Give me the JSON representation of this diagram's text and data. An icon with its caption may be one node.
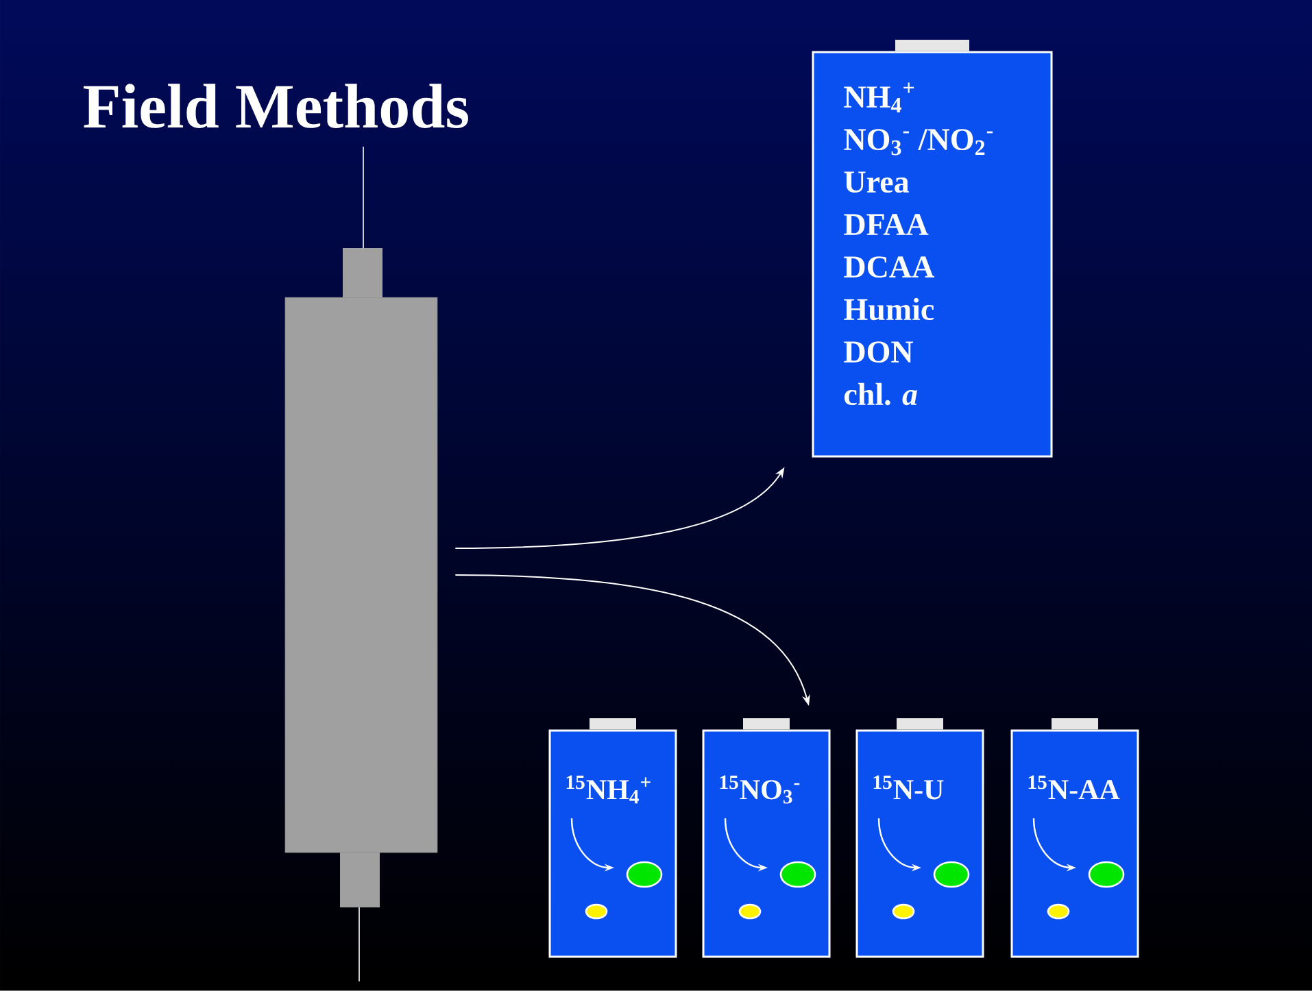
{
  "diagram": {
    "title": "Field Methods",
    "nodes": [
      {
        "text": [],
        "shape": "box"
      },
      {
        "text": [
          "NH$_{4}$$^{+}$",
          "NO$_{3}$$^{-}$ /NO$_{2}$$^{-}$",
          "Urea",
          "DFAA",
          "DCAA",
          "Humic",
          "DON",
          "chl. *a*"
        ]
      },
      {
        "text": [
          "$^{15}$NH$_{4}$$^{+}$"
        ]
      },
      {
        "text": [
          "$^{15}$NO$_{3}$$^{-}$"
        ]
      },
      {
        "text": [
          "$^{15}$N-U"
        ]
      },
      {
        "text": [
          "$^{15}$N-AA"
        ]
      }
    ],
    "edges": [
      {
        "from": 0,
        "to": 1,
        "arrow": "to"
      },
      {
        "from": 0,
        "to": null,
        "arrow": "to"
      }
    ]
  }
}
